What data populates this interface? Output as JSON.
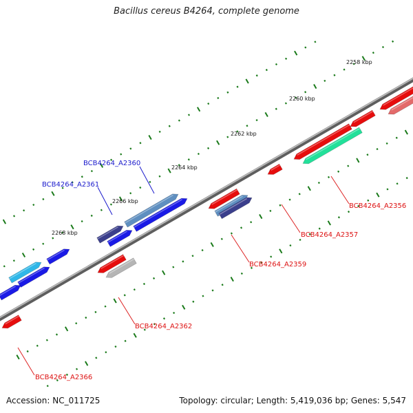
{
  "title": "Bacillus cereus B4264, complete genome",
  "footer": {
    "accession": "Accession: NC_011725",
    "summary": "Topology: circular; Length: 5,419,036 bp; Genes: 5,547"
  },
  "colors": {
    "backbone": "#8a8a8a",
    "tick": "#1a7a1a",
    "forward_label": "#1a1acc",
    "reverse_label": "#dd1111",
    "callout_forward": "#3344cc",
    "callout_reverse": "#dd3333"
  },
  "scale_labels": [
    "2258 kbp",
    "2260 kbp",
    "2262 kbp",
    "2264 kbp",
    "2266 kbp",
    "2268 kbp"
  ],
  "gene_labels": [
    {
      "text": "BCB4264_A2360",
      "strand": "forward"
    },
    {
      "text": "BCB4264_A2361",
      "strand": "forward"
    },
    {
      "text": "BCB4264_A2356",
      "strand": "reverse"
    },
    {
      "text": "BCB4264_A2357",
      "strand": "reverse"
    },
    {
      "text": "BCB4264_A2359",
      "strand": "reverse"
    },
    {
      "text": "BCB4264_A2362",
      "strand": "reverse"
    },
    {
      "text": "BCB4264_A2366",
      "strand": "reverse"
    }
  ]
}
